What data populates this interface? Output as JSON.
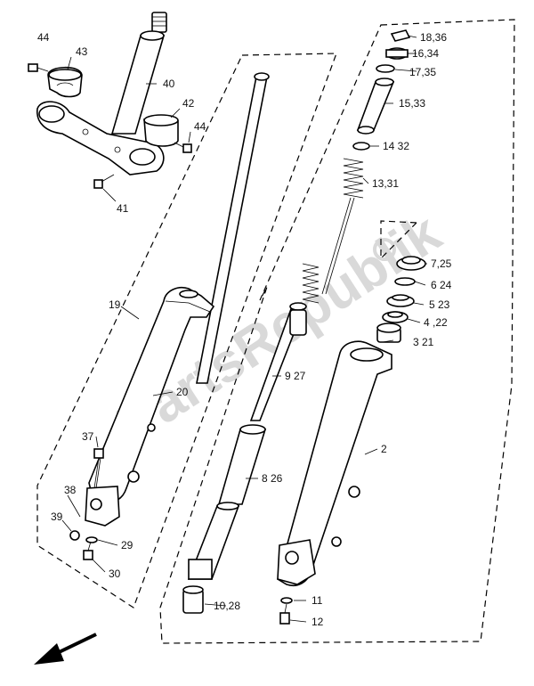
{
  "watermark": "PartsRepublik",
  "labels": {
    "l44a": "44",
    "l43": "43",
    "l40": "40",
    "l42": "42",
    "l44b": "44",
    "l41": "41",
    "l1836": "18,36",
    "l1634": "16,34",
    "l1735": "17,35",
    "l1533": "15,33",
    "l1432": "14 32",
    "l1331": "13,31",
    "l725": "7,25",
    "l624": "6   24",
    "l523": "5    23",
    "l422": "4 ,22",
    "l321": "3    21",
    "l927": "9   27",
    "l2": "2",
    "l826": "8 26",
    "l1028": "10,28",
    "l11": "11",
    "l12": "12",
    "l19": "19",
    "l20": "20",
    "l37": "37",
    "l38": "38",
    "l39": "39",
    "l29": "29",
    "l30": "30"
  }
}
